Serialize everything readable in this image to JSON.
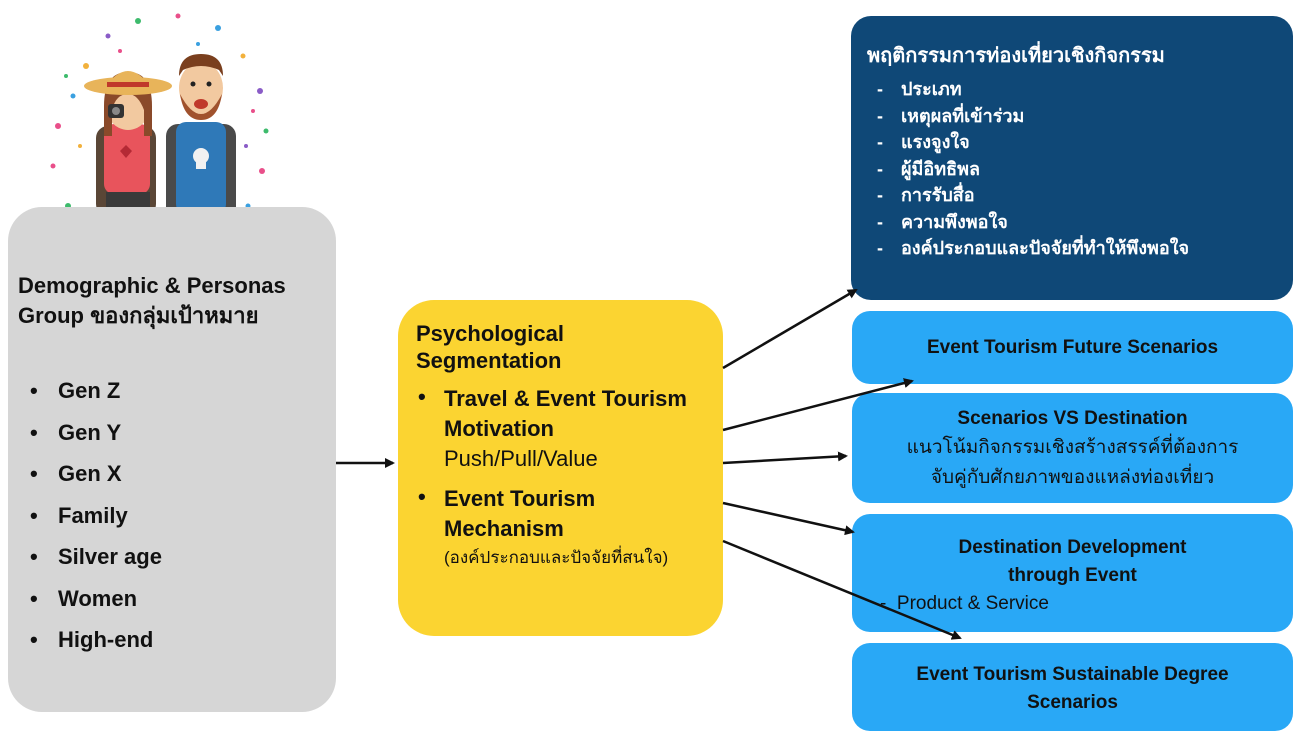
{
  "left": {
    "title": "Demographic & Personas Group ของกลุ่มเป้าหมาย",
    "items": [
      "Gen Z",
      "Gen Y",
      "Gen X",
      "Family",
      "Silver age",
      "Women",
      "High-end"
    ]
  },
  "middle": {
    "title": "Psychological Segmentation",
    "item1_title": "Travel & Event Tourism Motivation",
    "item1_sub": "Push/Pull/Value",
    "item2_title": "Event Tourism Mechanism",
    "item2_sub": "(องค์ประกอบและปัจจัยที่สนใจ)"
  },
  "right": {
    "behaviour_title": "พฤติกรรมการท่องเที่ยวเชิงกิจกรรม",
    "behaviour_items": [
      "ประเภท",
      "เหตุผลที่เข้าร่วม",
      "แรงจูงใจ",
      "ผู้มีอิทธิพล",
      "การรับสื่อ",
      "ความพึงพอใจ",
      "องค์ประกอบและปัจจัยที่ทำให้พึงพอใจ"
    ],
    "future_scenarios": "Event Tourism Future Scenarios",
    "scenarios_vs_title": "Scenarios VS Destination",
    "scenarios_vs_sub1": "แนวโน้มกิจกรรมเชิงสร้างสรรค์ที่ต้องการ",
    "scenarios_vs_sub2": "จับคู่กับศักยภาพของแหล่งท่องเที่ยว",
    "destination_title1": "Destination Development",
    "destination_title2": "through Event",
    "destination_sub": "Product  & Service",
    "sustainable_title1": "Event Tourism Sustainable Degree",
    "sustainable_title2": "Scenarios"
  },
  "colors": {
    "left_box": "#d6d6d6",
    "middle_box": "#fbd431",
    "dark_box": "#0f4877",
    "blue_box": "#29a8f6"
  }
}
